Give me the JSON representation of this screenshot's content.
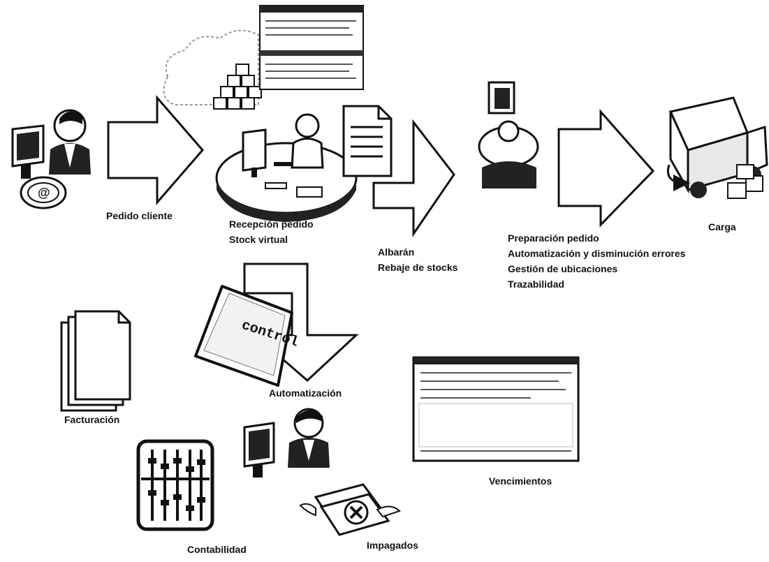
{
  "labels": {
    "pedido_cliente": "Pedido cliente",
    "recepcion_pedido": "Recepción pedido",
    "stock_virtual": "Stock virtual",
    "albaran": "Albarán",
    "rebaje_stocks": "Rebaje de stocks",
    "preparacion_pedido": "Preparación pedido",
    "automatizacion_errores": "Automatización y disminución errores",
    "gestion_ubicaciones": "Gestión de ubicaciones",
    "trazabilidad": "Trazabilidad",
    "carga": "Carga",
    "facturacion": "Facturación",
    "automatizacion": "Automatización",
    "control_key": "control",
    "contabilidad": "Contabilidad",
    "impagados": "Impagados",
    "vencimientos": "Vencimientos",
    "email_symbol": "@"
  },
  "colors": {
    "ink": "#111111",
    "fill": "#ffffff",
    "shade": "#d9d9d9",
    "dark": "#1a1a1a"
  },
  "icons": [
    "customer-computer-icon",
    "email-at-icon",
    "cloud-icon",
    "boxes-stack-icon",
    "screen-window-icon",
    "operator-desk-icon",
    "document-icon",
    "warehouse-worker-icon",
    "delivery-truck-icon",
    "invoices-stack-icon",
    "control-key-icon",
    "abacus-icon",
    "accountant-computer-icon",
    "unpaid-money-icon",
    "due-dates-window-icon"
  ]
}
